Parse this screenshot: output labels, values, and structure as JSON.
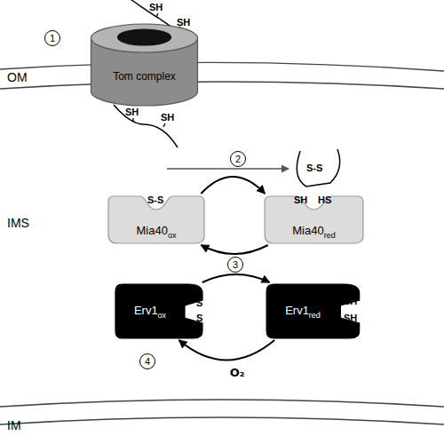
{
  "diagram": {
    "nodes": [
      {
        "text": [
          "Tom complex"
        ]
      },
      {
        "text": [
          "Mia40",
          "ox"
        ]
      },
      {
        "text": [
          "Mia40",
          "red"
        ]
      },
      {
        "text": [
          "Erv1",
          "ox"
        ]
      },
      {
        "text": [
          "Erv1",
          "red"
        ]
      }
    ],
    "edges": [
      {
        "from": 1,
        "to": 2,
        "arrow": "to"
      },
      {
        "from": 2,
        "to": 1,
        "arrow": "to"
      },
      {
        "from": 3,
        "to": 4,
        "arrow": "to"
      },
      {
        "from": 4,
        "to": 3,
        "arrow": "to",
        "label": "O₂"
      }
    ],
    "labels": [
      "1",
      "OM",
      "SH",
      "SH",
      "SH",
      "SH",
      "IMS",
      "2",
      "S-S",
      "S-S",
      "SH",
      "HS",
      "3",
      "S",
      "S",
      "SH",
      "SH",
      "4",
      "IM"
    ]
  }
}
